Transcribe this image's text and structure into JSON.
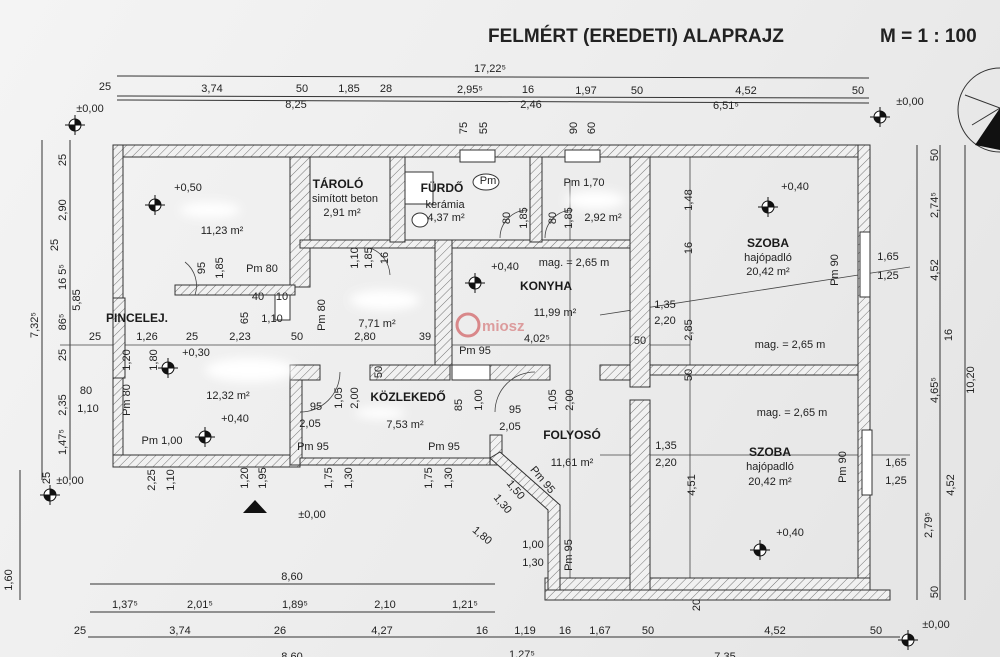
{
  "title": {
    "main": "FELMÉRT (EREDETI) ALAPRAJZ",
    "scale": "M = 1 : 100"
  },
  "watermark": "miosz",
  "levels": [
    "±0,00",
    "±0,00",
    "±0,00",
    "±0,00",
    "±0,00"
  ],
  "dims": {
    "top_total": "17,22⁵",
    "top_chain": [
      "25",
      "3,74",
      "50",
      "1,85",
      "28",
      "2,95⁵",
      "16",
      "1,97",
      "50",
      "4,52",
      "50"
    ],
    "top_row3": [
      "8,25",
      "2,46",
      "6,51⁵"
    ],
    "bottom_chain1": [
      "1,37⁵",
      "2,01⁵",
      "1,89⁵",
      "2,10",
      "1,21⁵"
    ],
    "bottom_chain2": [
      "25",
      "3,74",
      "26",
      "4,27",
      "16",
      "1,19",
      "16",
      "1,67",
      "50",
      "4,52",
      "50"
    ],
    "bottom_totals": [
      "8,60",
      "1,27⁵",
      "7,35"
    ],
    "bottom_inner_total": "8,60",
    "left": [
      "7,32⁵",
      "25",
      "2,90",
      "16 5⁵",
      "86⁵",
      "25",
      "2,35",
      "1,47⁵",
      "25",
      "5,85",
      "25",
      "80",
      "1,10",
      "1,60"
    ],
    "right": [
      "50",
      "2,74⁵",
      "4,52",
      "4,65⁵",
      "16",
      "10,20",
      "4,52",
      "2,79⁵",
      "50"
    ]
  },
  "rooms": [
    {
      "level": "+0,50",
      "area": "11,23 m²"
    },
    {
      "name": "TÁROLÓ",
      "floor": "simított beton",
      "area": "2,91 m²"
    },
    {
      "name": "FÜRDŐ",
      "floor": "kerámia",
      "area": "4,37 m²"
    },
    {
      "height": "Pm 1,70",
      "area": "2,92 m²"
    },
    {
      "name": "SZOBA",
      "floor": "hajópadló",
      "area": "20,42 m²",
      "level": "+0,40",
      "height": "mag. = 2,65 m"
    },
    {
      "name": "KONYHA",
      "area": "11,99 m²",
      "level": "+0,40",
      "height": "mag. = 2,65 m",
      "width": "4,02⁵"
    },
    {
      "area": "7,71 m²"
    },
    {
      "name": "PINCELEJ.",
      "level": "+0,30"
    },
    {
      "area": "12,32 m²",
      "level": "+0,40",
      "height": "Pm 1,00"
    },
    {
      "name": "KÖZLEKEDŐ",
      "area": "7,53 m²"
    },
    {
      "name": "FOLYOSÓ",
      "area": "11,61 m²"
    },
    {
      "name": "SZOBA",
      "floor": "hajópadló",
      "area": "20,42 m²",
      "level": "+0,40",
      "height": "mag. = 2,65 m"
    }
  ],
  "annotations": [
    "75",
    "55",
    "90",
    "60",
    "1,48",
    "16",
    "95",
    "1,85",
    "Pm 80",
    "40",
    "65",
    "1,10",
    "10",
    "Pm 80",
    "2,80",
    "39",
    "50",
    "2,23",
    "25",
    "1,26",
    "25",
    "1,20",
    "1,80",
    "Pm 80",
    "1,35",
    "2,20",
    "2,85",
    "Pm 90",
    "1,65",
    "1,25",
    "Pm 95",
    "50",
    "50",
    "85",
    "1,00",
    "95",
    "2,05",
    "1,05",
    "2,00",
    "95",
    "2,05",
    "1,05",
    "2,00",
    "Pm 95",
    "Pm 95",
    "1,35",
    "2,20",
    "50",
    "4,51",
    "Pm 90",
    "1,65",
    "1,25",
    "2,25",
    "1,10",
    "1,20",
    "1,95",
    "1,75",
    "1,30",
    "1,75",
    "1,30",
    "Pm 95",
    "1,50",
    "1,30",
    "1,80",
    "1,00",
    "1,30",
    "Pm 95",
    "20",
    "1,10",
    "1,85",
    "16",
    "80",
    "1,85",
    "80",
    "1,85",
    "Pm"
  ]
}
